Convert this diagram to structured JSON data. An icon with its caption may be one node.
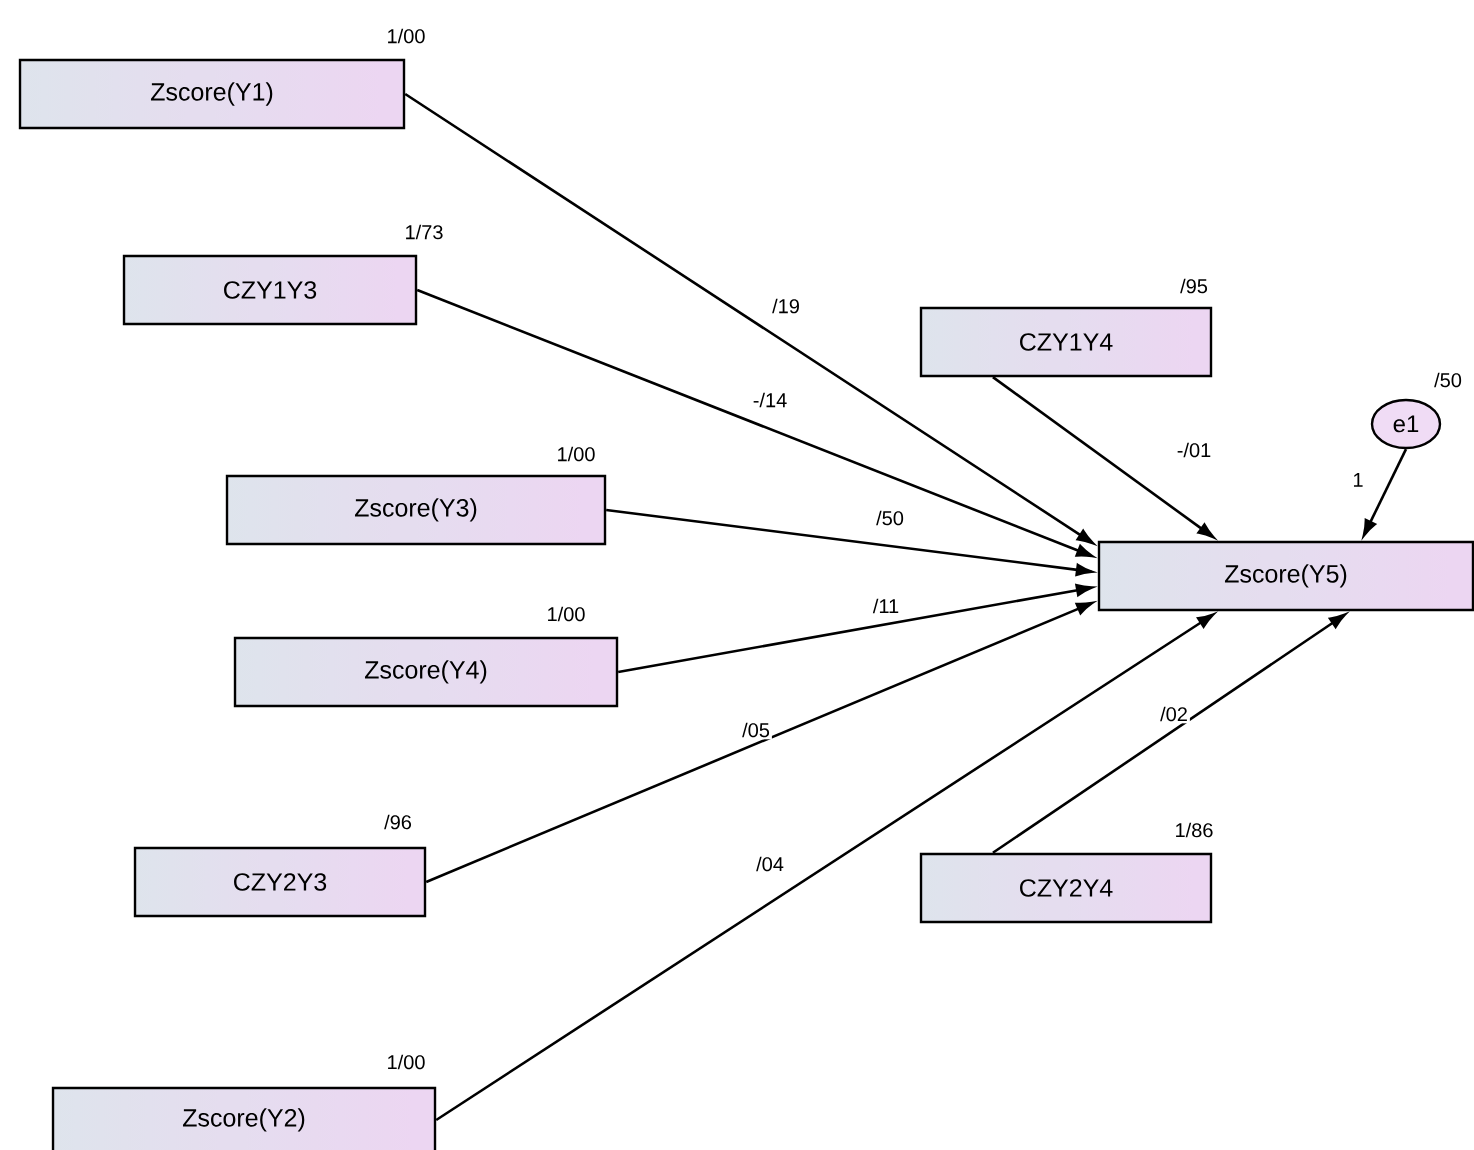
{
  "diagram": {
    "nodes": [
      {
        "text": [
          "Zscore(Y1)"
        ],
        "beside": [
          "1/00"
        ]
      },
      {
        "text": [
          "CZY1Y3"
        ],
        "beside": [
          "1/73"
        ]
      },
      {
        "text": [
          "Zscore(Y3)"
        ],
        "beside": [
          "1/00"
        ]
      },
      {
        "text": [
          "Zscore(Y4)"
        ],
        "beside": [
          "1/00"
        ]
      },
      {
        "text": [
          "CZY2Y3"
        ],
        "beside": [
          "/96"
        ]
      },
      {
        "text": [
          "Zscore(Y2)"
        ],
        "beside": [
          "1/00"
        ]
      },
      {
        "text": [
          "CZY1Y4"
        ],
        "beside": [
          "/95"
        ]
      },
      {
        "text": [
          "e1"
        ],
        "beside": [
          "/50"
        ]
      },
      {
        "text": [
          "Zscore(Y5)"
        ]
      },
      {
        "text": [
          "CZY2Y4"
        ],
        "beside": [
          "1/86"
        ]
      }
    ],
    "edges": [
      {
        "from": 0,
        "to": 8,
        "arrow": "to",
        "label": "/19"
      },
      {
        "from": 1,
        "to": 8,
        "arrow": "to",
        "label": "-/14"
      },
      {
        "from": 2,
        "to": 8,
        "arrow": "to",
        "label": "/50"
      },
      {
        "from": 3,
        "to": 8,
        "arrow": "to",
        "label": "/11"
      },
      {
        "from": 4,
        "to": 8,
        "arrow": "to",
        "label": "/05"
      },
      {
        "from": 5,
        "to": 8,
        "arrow": "to",
        "label": "/04"
      },
      {
        "from": 6,
        "to": 8,
        "arrow": "to",
        "label": "-/01"
      },
      {
        "from": 7,
        "to": 8,
        "arrow": "to",
        "label": "1"
      },
      {
        "from": 9,
        "to": 8,
        "arrow": "to",
        "label": "/02"
      }
    ]
  }
}
